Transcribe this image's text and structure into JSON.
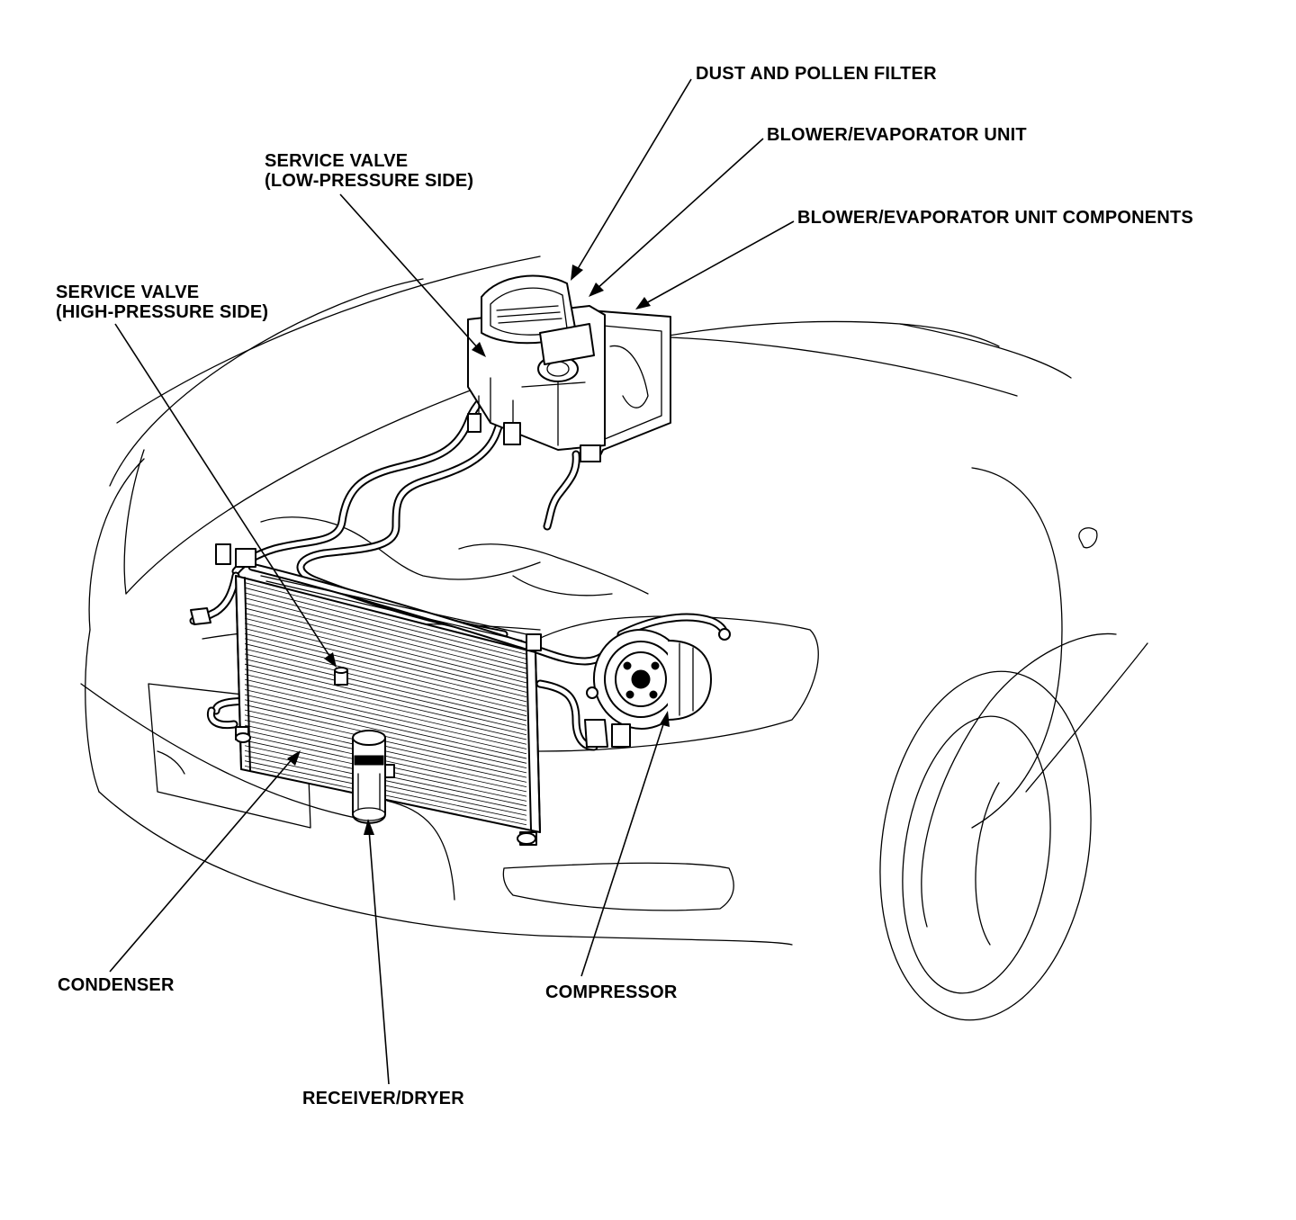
{
  "labels": {
    "dust_pollen_filter": "DUST AND POLLEN FILTER",
    "blower_evaporator_unit": "BLOWER/EVAPORATOR UNIT",
    "blower_evaporator_components": "BLOWER/EVAPORATOR UNIT COMPONENTS",
    "service_valve_low_line1": "SERVICE VALVE",
    "service_valve_low_line2": "(LOW-PRESSURE SIDE)",
    "service_valve_high_line1": "SERVICE VALVE",
    "service_valve_high_line2": "(HIGH-PRESSURE SIDE)",
    "condenser": "CONDENSER",
    "receiver_dryer": "RECEIVER/DRYER",
    "compressor": "COMPRESSOR"
  },
  "colors": {
    "ink": "#000000",
    "paper": "#ffffff"
  }
}
